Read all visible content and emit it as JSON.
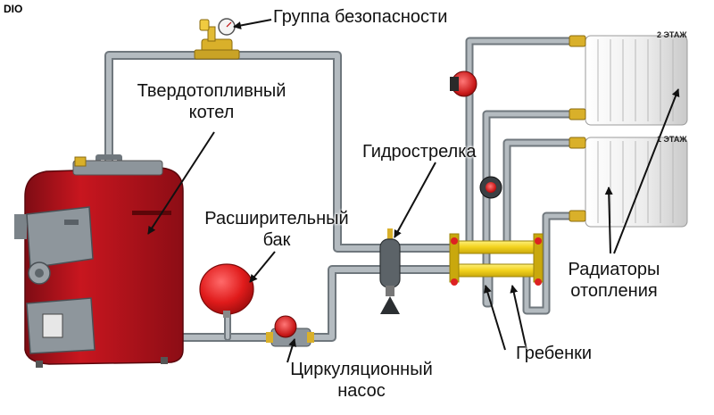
{
  "corner_mark": "DIO",
  "labels": {
    "safety_group": "Группа безопасности",
    "boiler_line1": "Твердотопливный",
    "boiler_line2": "котел",
    "hydro_separator": "Гидрострелка",
    "expansion_line1": "Расширительный",
    "expansion_line2": "бак",
    "radiators_line1": "Радиаторы",
    "radiators_line2": "отопления",
    "pump_line1": "Циркуляционный",
    "pump_line2": "насос",
    "manifolds": "Гребенки"
  },
  "floors": {
    "second": "2 ЭТАЖ",
    "first": "1 ЭТАЖ"
  },
  "colors": {
    "pipe": "#9aa3aa",
    "boiler": "#b3121d",
    "tank": "#e01b1b",
    "manifold": "#f2d21c",
    "brass": "#d9b02a",
    "radiator": "#f2f2f2"
  }
}
